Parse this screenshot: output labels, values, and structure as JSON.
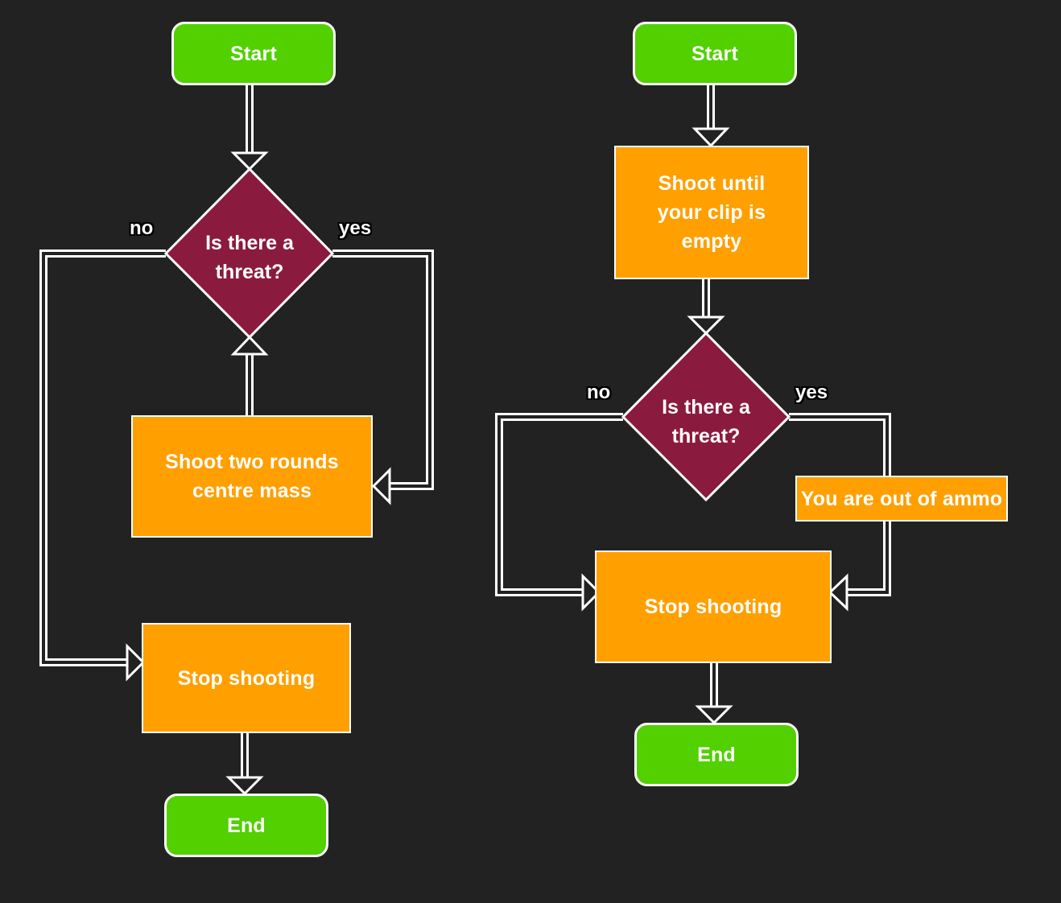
{
  "colors": {
    "background": "#222222",
    "terminal": "#52d000",
    "process": "#ff9f00",
    "decision": "#8b1a3f",
    "stroke": "#ffffff"
  },
  "left_flow": {
    "start": "Start",
    "decision": "Is there a threat?",
    "yes_label": "yes",
    "no_label": "no",
    "shoot": "Shoot two rounds centre mass",
    "stop": "Stop shooting",
    "end": "End"
  },
  "right_flow": {
    "start": "Start",
    "shoot": "Shoot until your clip is empty",
    "decision": "Is there a threat?",
    "yes_label": "yes",
    "no_label": "no",
    "out_of_ammo": "You are out of ammo",
    "stop": "Stop shooting",
    "end": "End"
  }
}
